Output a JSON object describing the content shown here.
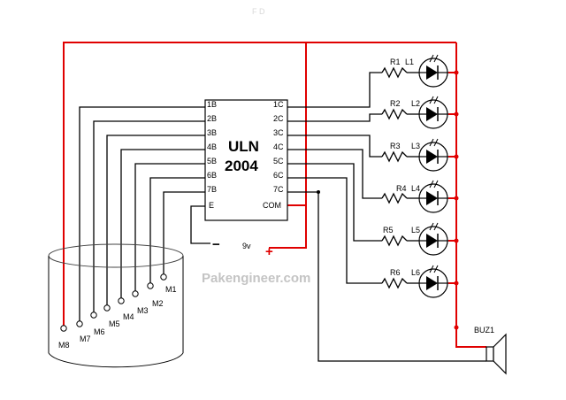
{
  "header_faint": "F  D",
  "ic": {
    "title_line1": "ULN",
    "title_line2": "2004",
    "left_pins": [
      "1B",
      "2B",
      "3B",
      "4B",
      "5B",
      "6B",
      "7B",
      "E"
    ],
    "right_pins": [
      "1C",
      "2C",
      "3C",
      "4C",
      "5C",
      "6C",
      "7C",
      "COM"
    ]
  },
  "supply": {
    "voltage": "9v",
    "minus": "−",
    "plus": "+"
  },
  "resistors": [
    "R1",
    "R2",
    "R3",
    "R4",
    "R5",
    "R6"
  ],
  "leds": [
    "L1",
    "L2",
    "L3",
    "L4",
    "L5",
    "L6"
  ],
  "buzzer": "BUZ1",
  "probes": [
    "M1",
    "M2",
    "M3",
    "M4",
    "M5",
    "M6",
    "M7",
    "M8"
  ],
  "watermark": "Pakengineer.com",
  "colors": {
    "supply_wire": "#e00000",
    "wire": "#000000",
    "watermark": "#c4c4c4"
  }
}
